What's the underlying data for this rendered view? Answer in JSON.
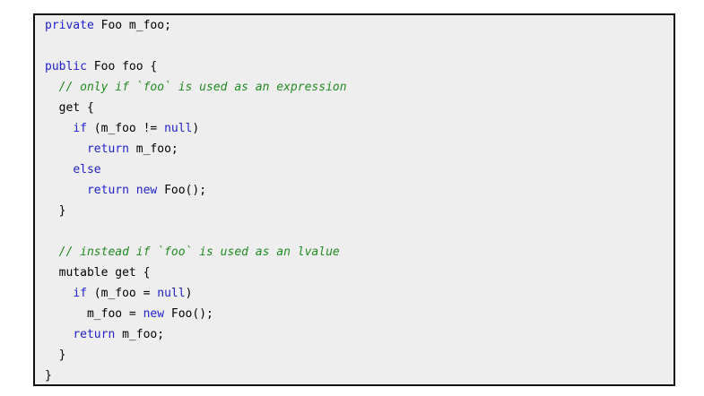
{
  "page": {
    "background": "#ffffff"
  },
  "code_block": {
    "background": "#eeeeee",
    "border_color": "#111111",
    "colors": {
      "keyword": "#2222cc",
      "comment": "#228b22",
      "plain": "#000000"
    },
    "lines": [
      [
        {
          "t": "kw",
          "s": "private"
        },
        {
          "t": "p",
          "s": " Foo m_foo;"
        }
      ],
      [],
      [
        {
          "t": "kw",
          "s": "public"
        },
        {
          "t": "p",
          "s": " Foo foo {"
        }
      ],
      [
        {
          "t": "c",
          "s": "  // only if `foo` is used as an expression"
        }
      ],
      [
        {
          "t": "p",
          "s": "  get {"
        }
      ],
      [
        {
          "t": "p",
          "s": "    "
        },
        {
          "t": "kw",
          "s": "if"
        },
        {
          "t": "p",
          "s": " (m_foo != "
        },
        {
          "t": "kw",
          "s": "null"
        },
        {
          "t": "p",
          "s": ")"
        }
      ],
      [
        {
          "t": "p",
          "s": "      "
        },
        {
          "t": "kw",
          "s": "return"
        },
        {
          "t": "p",
          "s": " m_foo;"
        }
      ],
      [
        {
          "t": "p",
          "s": "    "
        },
        {
          "t": "kw",
          "s": "else"
        }
      ],
      [
        {
          "t": "p",
          "s": "      "
        },
        {
          "t": "kw",
          "s": "return"
        },
        {
          "t": "p",
          "s": " "
        },
        {
          "t": "kw",
          "s": "new"
        },
        {
          "t": "p",
          "s": " Foo();"
        }
      ],
      [
        {
          "t": "p",
          "s": "  }"
        }
      ],
      [],
      [
        {
          "t": "c",
          "s": "  // instead if `foo` is used as an lvalue"
        }
      ],
      [
        {
          "t": "p",
          "s": "  mutable get {"
        }
      ],
      [
        {
          "t": "p",
          "s": "    "
        },
        {
          "t": "kw",
          "s": "if"
        },
        {
          "t": "p",
          "s": " (m_foo = "
        },
        {
          "t": "kw",
          "s": "null"
        },
        {
          "t": "p",
          "s": ")"
        }
      ],
      [
        {
          "t": "p",
          "s": "      m_foo = "
        },
        {
          "t": "kw",
          "s": "new"
        },
        {
          "t": "p",
          "s": " Foo();"
        }
      ],
      [
        {
          "t": "p",
          "s": "    "
        },
        {
          "t": "kw",
          "s": "return"
        },
        {
          "t": "p",
          "s": " m_foo;"
        }
      ],
      [
        {
          "t": "p",
          "s": "  }"
        }
      ],
      [
        {
          "t": "p",
          "s": "}"
        }
      ]
    ]
  }
}
